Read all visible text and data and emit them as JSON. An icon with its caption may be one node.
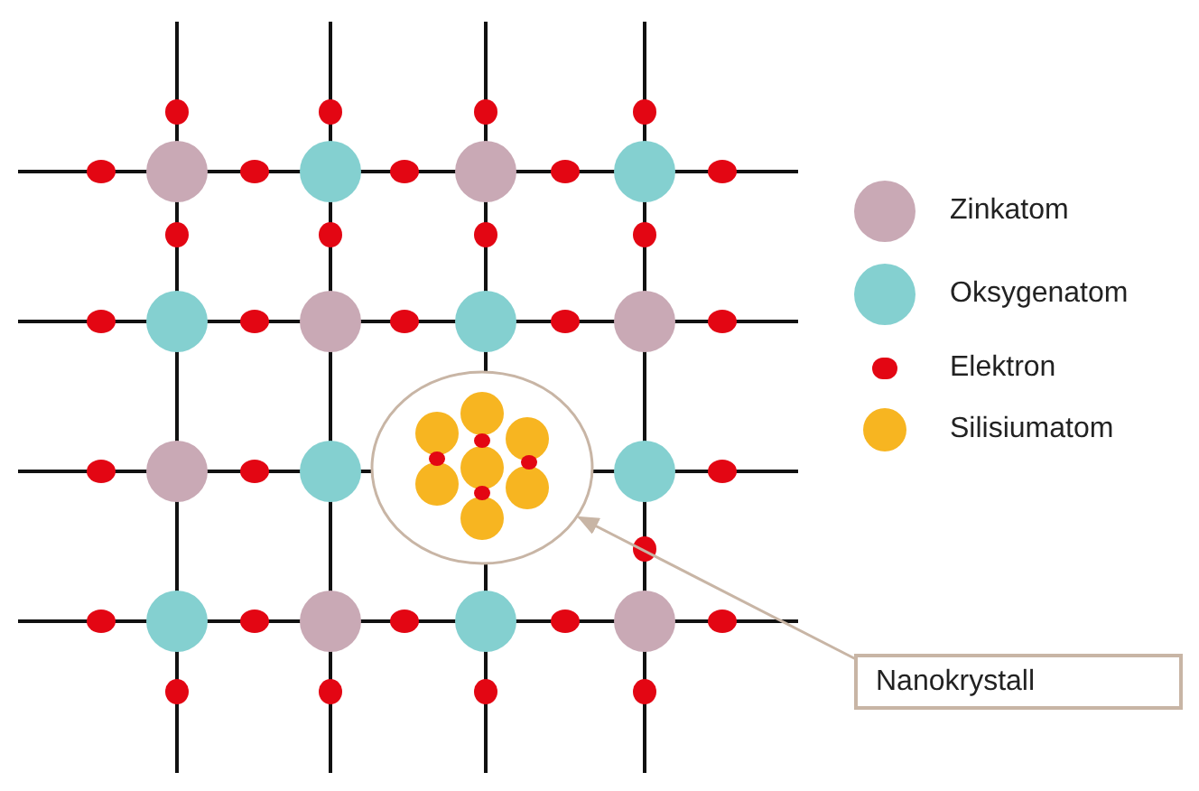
{
  "diagram": {
    "nodes": [
      {
        "text": [],
        "shape": "circle"
      },
      {
        "text": [
          "Nanokrystall"
        ]
      }
    ],
    "edges": [
      {
        "from": 1,
        "to": 0,
        "arrow": "to"
      }
    ],
    "legend": [
      {
        "text": "Zinkatom",
        "color": "#c9a9b5"
      },
      {
        "text": "Oksygenatom",
        "color": "#84d0d0"
      },
      {
        "text": "Elektron",
        "color": "#e30613"
      },
      {
        "text": "Silisiumatom",
        "color": "#f7b521"
      }
    ]
  }
}
